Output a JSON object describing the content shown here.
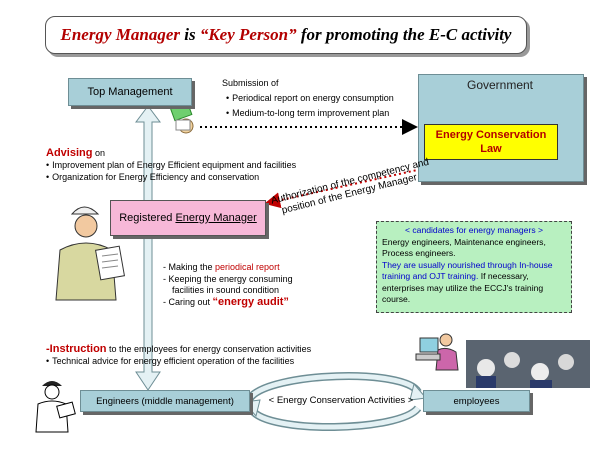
{
  "title": {
    "part1": "Energy Manager",
    "part2": " is ",
    "part3": "“Key Person”",
    "part4": " for promoting the E-C activity"
  },
  "top_management": "Top Management",
  "government": {
    "title": "Government",
    "law_line1": "Energy Conservation",
    "law_line2": "Law"
  },
  "submission": {
    "heading": "Submission of",
    "items": [
      "Periodical report on energy consumption",
      "Medium-to-long term improvement plan"
    ]
  },
  "advising": {
    "word": "Advising",
    "suffix": " on",
    "items": [
      "Improvement plan of Energy Efficient equipment and facilities",
      "Organization for Energy Efficiency and conservation"
    ]
  },
  "authorization": {
    "line1": "Authorization of the competency and",
    "line2": "position of the Energy Manager"
  },
  "registered": {
    "prefix": "Registered",
    "underlined": "Energy Manager"
  },
  "duties": {
    "making_prefix": "Making the ",
    "making_red": "periodical report",
    "keeping_line1": "Keeping the energy consuming",
    "keeping_line2": "facilities in sound condition",
    "carrying_prefix": "Caring out ",
    "carrying_red": "“energy audit”"
  },
  "candidates": {
    "heading": "< candidates for energy managers >",
    "line1": "Energy engineers, Maintenance engineers, Process engineers.",
    "blue": "They are usually nourished through In-house training and OJT training.",
    "line3": " If necessary, enterprises may utilize the ECCJ's training course."
  },
  "instruction": {
    "word": "Instruction",
    "suffix": " to the employees for energy conservation activities",
    "item2": "Technical advice for energy efficient operation of the facilities"
  },
  "engineers": "Engineers (middle management)",
  "eca": "< Energy Conservation Activities >",
  "employees": "employees",
  "colors": {
    "accent_red": "#c00000",
    "box_blue": "#a8cfd8",
    "law_yellow": "#ffff00",
    "manager_pink": "#f7b8d8",
    "candidates_green": "#b8f0c0"
  }
}
